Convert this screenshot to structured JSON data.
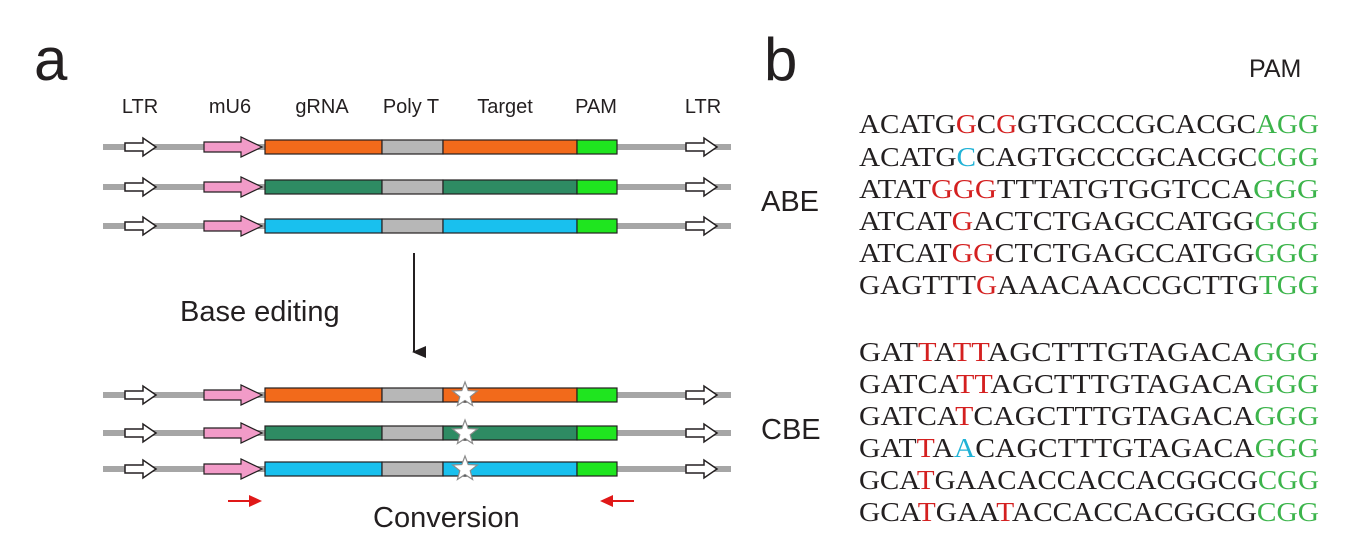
{
  "panel_a": {
    "letter": "a",
    "column_labels": [
      "LTR",
      "mU6",
      "gRNA",
      "Poly T",
      "Target",
      "PAM",
      "LTR"
    ],
    "step_label": "Base editing",
    "bottom_label": "Conversion",
    "constructs": [
      {
        "gRNA_color": "#F26A1B",
        "target_color": "#F26A1B"
      },
      {
        "gRNA_color": "#2E8B63",
        "target_color": "#2E8B63"
      },
      {
        "gRNA_color": "#19C0EE",
        "target_color": "#19C0EE"
      }
    ],
    "colors": {
      "backbone": "#A6A6A6",
      "mU6": "#F29BC8",
      "polyT": "#B7B7B7",
      "PAM": "#1FE51F",
      "primer": "#E01818",
      "star": "#FFFFFF"
    }
  },
  "panel_b": {
    "letter": "b",
    "pam_header": "PAM",
    "colors": {
      "base": "#231F20",
      "edit": "#D42020",
      "alt": "#21B2D6",
      "pam": "#3CB44B"
    },
    "groups": [
      {
        "label": "ABE",
        "sequences": [
          {
            "text": "ACATGGCGGTGCCCGCACGCAGG",
            "red": [
              5,
              7
            ],
            "cyan": []
          },
          {
            "text": "ACATGCCAGTGCCCGCACGCCGG",
            "red": [],
            "cyan": [
              5
            ]
          },
          {
            "text": "ATATGGGTTTATGTGGTCCAGGG",
            "red": [
              4,
              5,
              6
            ],
            "cyan": []
          },
          {
            "text": "ATCATGACTCTGAGCCATGGGGG",
            "red": [
              5
            ],
            "cyan": []
          },
          {
            "text": "ATCATGGCTCTGAGCCATGGGGG",
            "red": [
              5,
              6
            ],
            "cyan": []
          },
          {
            "text": "GAGTTTGAAACAACCGCTTGTGG",
            "red": [
              6
            ],
            "cyan": []
          }
        ]
      },
      {
        "label": "CBE",
        "sequences": [
          {
            "text": "GATTATTAGCTTTGTAGACAGGG",
            "red": [
              3,
              5,
              6
            ],
            "cyan": []
          },
          {
            "text": "GATCATTAGCTTTGTAGACAGGG",
            "red": [
              5,
              6
            ],
            "cyan": []
          },
          {
            "text": "GATCATCAGCTTTGTAGACAGGG",
            "red": [
              5
            ],
            "cyan": []
          },
          {
            "text": "GATTAACAGCTTTGTAGACAGGG",
            "red": [
              3
            ],
            "cyan": [
              5
            ]
          },
          {
            "text": "GCATGAACACCACCACGGCGCGG",
            "red": [
              3
            ],
            "cyan": []
          },
          {
            "text": "GCATGAATACCACCACGGCGCGG",
            "red": [
              3,
              7
            ],
            "cyan": []
          }
        ]
      }
    ]
  }
}
